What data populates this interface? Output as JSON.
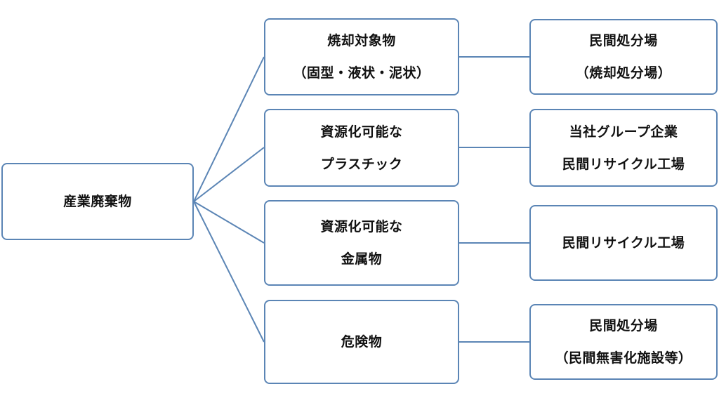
{
  "root": {
    "label": "産業廃棄物"
  },
  "categories": [
    {
      "lines": [
        "焼却対象物",
        "（固型・液状・泥状）"
      ]
    },
    {
      "lines": [
        "資源化可能な",
        "プラスチック"
      ]
    },
    {
      "lines": [
        "資源化可能な",
        "金属物"
      ]
    },
    {
      "lines": [
        "危険物"
      ]
    }
  ],
  "destinations": [
    {
      "lines": [
        "民間処分場",
        "（焼却処分場）"
      ]
    },
    {
      "lines": [
        "当社グループ企業",
        "民間リサイクル工場"
      ]
    },
    {
      "lines": [
        "民間リサイクル工場"
      ]
    },
    {
      "lines": [
        "民間処分場",
        "（民間無害化施設等）"
      ]
    }
  ],
  "colors": {
    "border": "#5b85b5",
    "connector": "#5b85b5",
    "text": "#111111"
  }
}
